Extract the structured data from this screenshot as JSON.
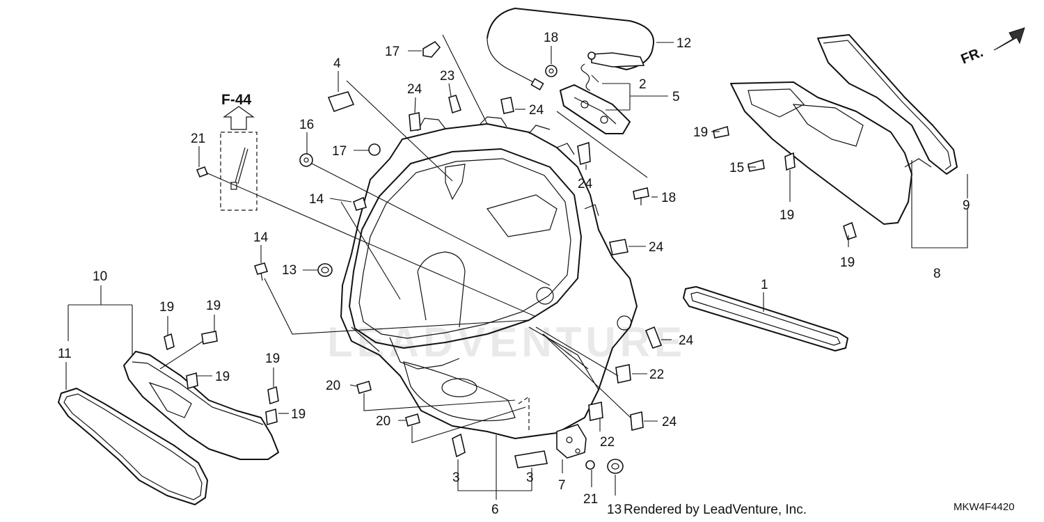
{
  "diagram": {
    "reference_label": "F-44",
    "direction_label": "FR.",
    "watermark": "LEADVENTURE",
    "credit": "Rendered by LeadVenture, Inc.",
    "diagram_code": "MKW4F4420",
    "callouts": [
      {
        "id": "c17a",
        "text": "17"
      },
      {
        "id": "c18a",
        "text": "18"
      },
      {
        "id": "c12",
        "text": "12"
      },
      {
        "id": "c4",
        "text": "4"
      },
      {
        "id": "c23",
        "text": "23"
      },
      {
        "id": "c24a",
        "text": "24"
      },
      {
        "id": "c24b",
        "text": "24"
      },
      {
        "id": "c2",
        "text": "2"
      },
      {
        "id": "c5",
        "text": "5"
      },
      {
        "id": "c21a",
        "text": "21"
      },
      {
        "id": "c16",
        "text": "16"
      },
      {
        "id": "c17b",
        "text": "17"
      },
      {
        "id": "c24c",
        "text": "24"
      },
      {
        "id": "c18b",
        "text": "18"
      },
      {
        "id": "c19a",
        "text": "19"
      },
      {
        "id": "c15",
        "text": "15"
      },
      {
        "id": "c19b",
        "text": "19"
      },
      {
        "id": "c9",
        "text": "9"
      },
      {
        "id": "c14a",
        "text": "14"
      },
      {
        "id": "c14b",
        "text": "14"
      },
      {
        "id": "c24d",
        "text": "24"
      },
      {
        "id": "c19c",
        "text": "19"
      },
      {
        "id": "c8",
        "text": "8"
      },
      {
        "id": "c13a",
        "text": "13"
      },
      {
        "id": "c10",
        "text": "10"
      },
      {
        "id": "c1",
        "text": "1"
      },
      {
        "id": "c19d",
        "text": "19"
      },
      {
        "id": "c19e",
        "text": "19"
      },
      {
        "id": "c11",
        "text": "11"
      },
      {
        "id": "c19f",
        "text": "19"
      },
      {
        "id": "c19g",
        "text": "19"
      },
      {
        "id": "c19h",
        "text": "19"
      },
      {
        "id": "c24e",
        "text": "24"
      },
      {
        "id": "c22a",
        "text": "22"
      },
      {
        "id": "c20a",
        "text": "20"
      },
      {
        "id": "c20b",
        "text": "20"
      },
      {
        "id": "c24f",
        "text": "24"
      },
      {
        "id": "c22b",
        "text": "22"
      },
      {
        "id": "c3a",
        "text": "3"
      },
      {
        "id": "c3b",
        "text": "3"
      },
      {
        "id": "c7",
        "text": "7"
      },
      {
        "id": "c6",
        "text": "6"
      },
      {
        "id": "c21b",
        "text": "21"
      },
      {
        "id": "c13b",
        "text": "13"
      }
    ]
  }
}
